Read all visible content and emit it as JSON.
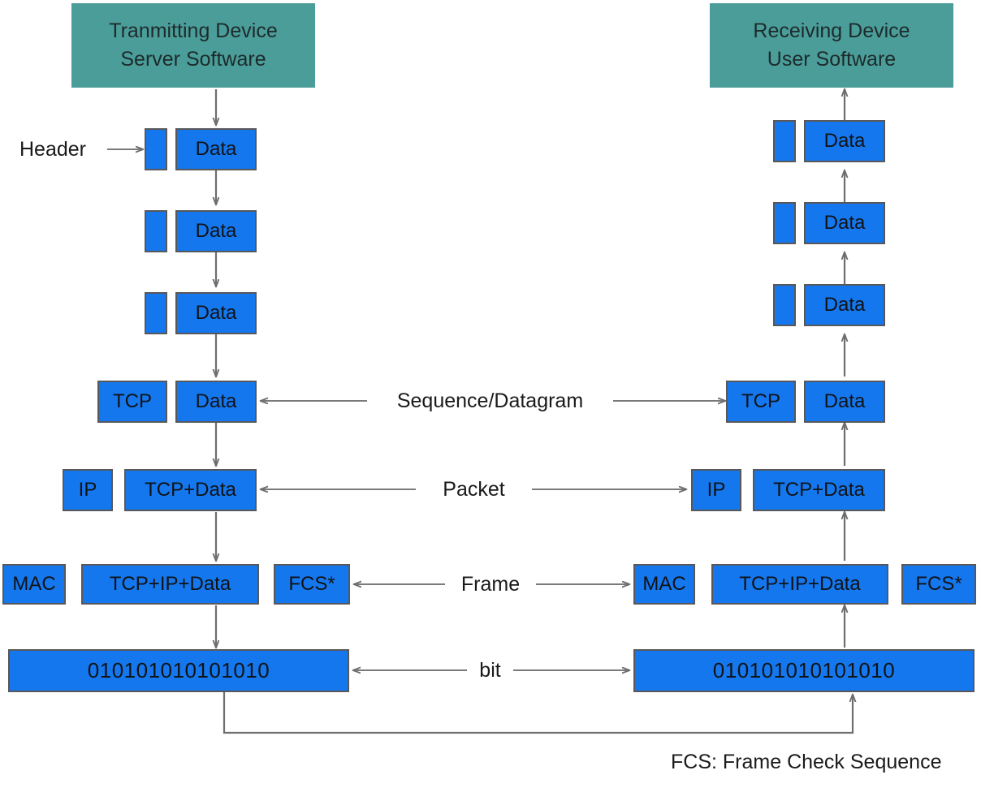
{
  "diagram": {
    "title_left": "Tranmitting Device",
    "subtitle_left": "Server Software",
    "title_right": "Receiving Device",
    "subtitle_right": "User Software",
    "colors": {
      "endpoint_fill": "#4B9D9A",
      "box_fill": "#1477EE",
      "box_border": "#58585A",
      "arrow": "#6E6E70",
      "text": "#1a1a1a"
    }
  },
  "labels": {
    "header": "Header",
    "footnote": "FCS: Frame Check Sequence"
  },
  "middle_labels": [
    {
      "text": "Sequence/Datagram"
    },
    {
      "text": "Packet"
    },
    {
      "text": "Frame"
    },
    {
      "text": "bit"
    }
  ],
  "left_stack": {
    "rows": [
      {
        "name": "app-1",
        "header": "",
        "payload": "Data"
      },
      {
        "name": "app-2",
        "header": "",
        "payload": "Data"
      },
      {
        "name": "app-3",
        "header": "",
        "payload": "Data"
      },
      {
        "name": "transport",
        "header": "TCP",
        "payload": "Data"
      },
      {
        "name": "network",
        "header": "IP",
        "payload": "TCP+Data"
      },
      {
        "name": "datalink",
        "header": "MAC",
        "payload": "TCP+IP+Data",
        "trailer": "FCS*"
      },
      {
        "name": "physical",
        "payload": "010101010101010"
      }
    ]
  },
  "right_stack": {
    "rows": [
      {
        "name": "app-1",
        "header": "",
        "payload": "Data"
      },
      {
        "name": "app-2",
        "header": "",
        "payload": "Data"
      },
      {
        "name": "app-3",
        "header": "",
        "payload": "Data"
      },
      {
        "name": "transport",
        "header": "TCP",
        "payload": "Data"
      },
      {
        "name": "network",
        "header": "IP",
        "payload": "TCP+Data"
      },
      {
        "name": "datalink",
        "header": "MAC",
        "payload": "TCP+IP+Data",
        "trailer": "FCS*"
      },
      {
        "name": "physical",
        "payload": "010101010101010"
      }
    ]
  }
}
